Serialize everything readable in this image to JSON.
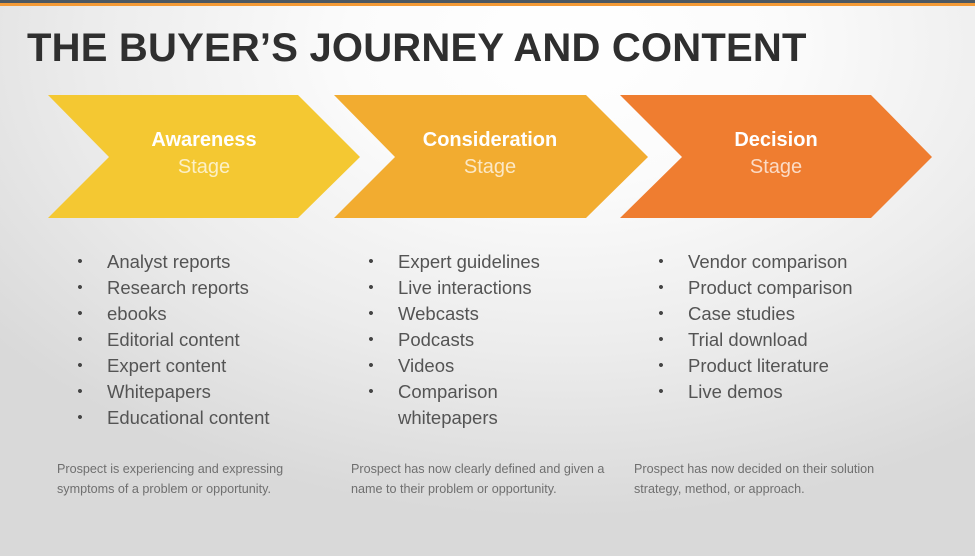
{
  "header": {
    "title": "THE BUYER’S JOURNEY AND CONTENT"
  },
  "colors": {
    "top_bar": "#4c5862",
    "top_line": "#f39a36",
    "awareness": "#f4c832",
    "consideration": "#f2ac30",
    "decision": "#ef7d30"
  },
  "stages": [
    {
      "name": "Awareness",
      "suffix": "Stage",
      "items": [
        "Analyst reports",
        "Research reports",
        "ebooks",
        "Editorial content",
        "Expert content",
        "Whitepapers",
        "Educational content"
      ],
      "description": "Prospect is experiencing and expressing symptoms of a problem or opportunity."
    },
    {
      "name": "Consideration",
      "suffix": "Stage",
      "items": [
        "Expert guidelines",
        "Live interactions",
        "Webcasts",
        "Podcasts",
        "Videos",
        "Comparison whitepapers"
      ],
      "description": "Prospect has now clearly defined and given a name to their problem or opportunity."
    },
    {
      "name": "Decision",
      "suffix": "Stage",
      "items": [
        "Vendor comparison",
        "Product comparison",
        "Case studies",
        "Trial download",
        "Product literature",
        "Live demos"
      ],
      "description": "Prospect has now decided on their solution strategy, method, or approach."
    }
  ],
  "bullet_glyph": "•"
}
